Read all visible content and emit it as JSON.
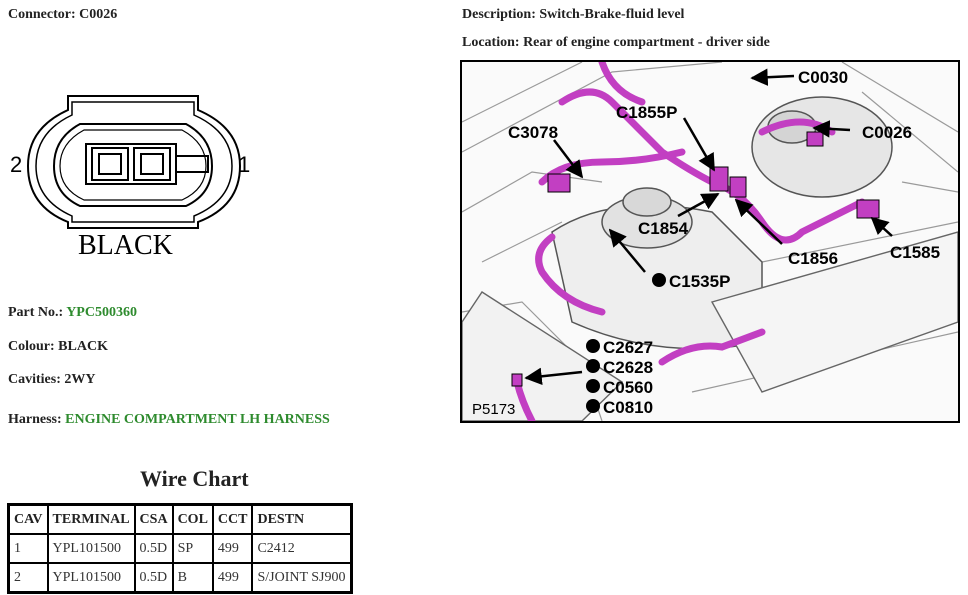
{
  "connector": {
    "label": "Connector:",
    "code": "C0026",
    "pin_left": "2",
    "pin_right": "1",
    "color_text": "BLACK"
  },
  "description": {
    "label": "Description:",
    "value": "Switch-Brake-fluid level"
  },
  "location": {
    "label": "Location:",
    "value": "Rear of engine compartment - driver side"
  },
  "part_no": {
    "label": "Part No.:",
    "value": "YPC500360"
  },
  "colour": {
    "label": "Colour:",
    "value": "BLACK"
  },
  "cavities": {
    "label": "Cavities:",
    "value": "2WY"
  },
  "harness": {
    "label": "Harness:",
    "value": "ENGINE COMPARTMENT LH HARNESS"
  },
  "wire_chart": {
    "title": "Wire Chart",
    "headers": [
      "CAV",
      "TERMINAL",
      "CSA",
      "COL",
      "CCT",
      "DESTN"
    ],
    "rows": [
      [
        "1",
        "YPL101500",
        "0.5D",
        "SP",
        "499",
        "C2412"
      ],
      [
        "2",
        "YPL101500",
        "0.5D",
        "B",
        "499",
        "S/JOINT SJ900"
      ]
    ]
  },
  "photo": {
    "callouts": {
      "c0030": "C0030",
      "c1855p": "C1855P",
      "c3078": "C3078",
      "c0026": "C0026",
      "c1854": "C1854",
      "c1856": "C1856",
      "c1585": "C1585",
      "c1535p": "C1535P",
      "c2627": "C2627",
      "c2628": "C2628",
      "c0560": "C0560",
      "c0810": "C0810"
    },
    "plate_code": "P5173",
    "harness_color": "#c23fc2"
  }
}
